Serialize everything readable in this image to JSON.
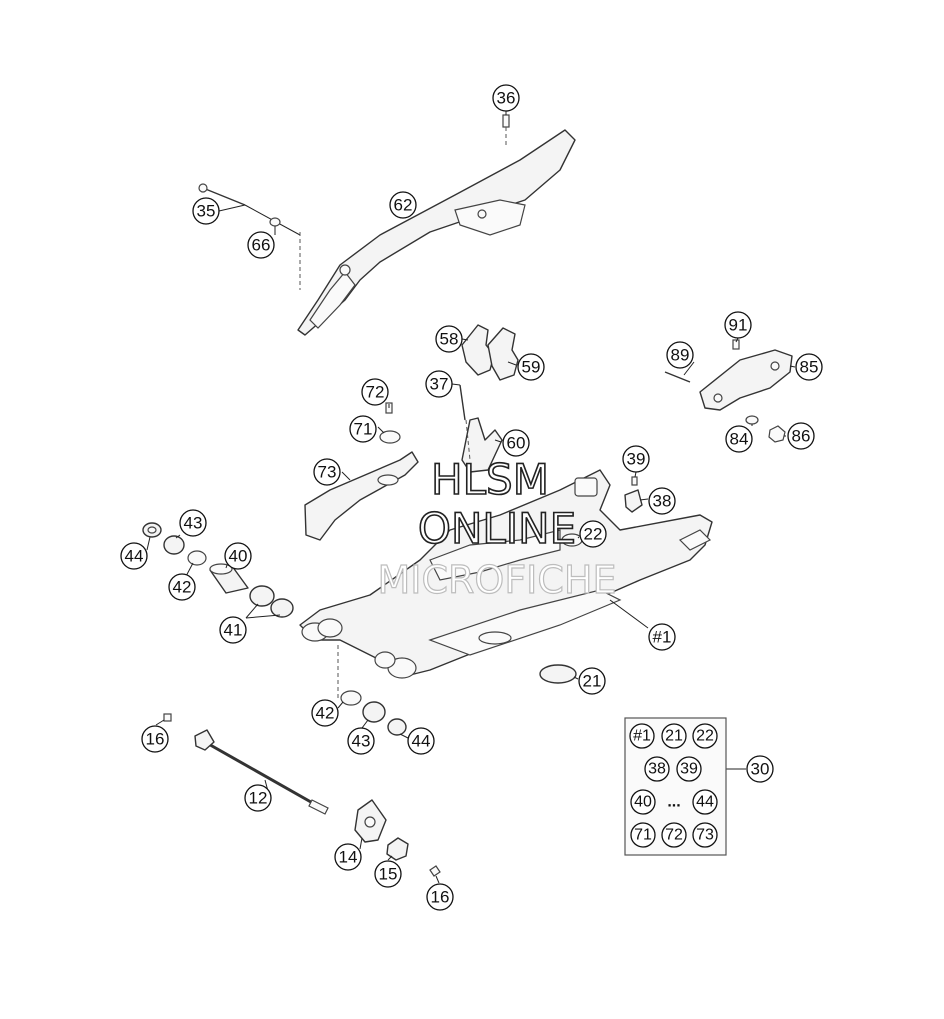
{
  "watermark": {
    "line1": "HLSM",
    "line2": "ONLINE",
    "line3": "MICROFICHE"
  },
  "callouts": [
    {
      "id": "c36",
      "label": "36"
    },
    {
      "id": "c35",
      "label": "35"
    },
    {
      "id": "c62",
      "label": "62"
    },
    {
      "id": "c66",
      "label": "66"
    },
    {
      "id": "c58",
      "label": "58"
    },
    {
      "id": "c59",
      "label": "59"
    },
    {
      "id": "c91",
      "label": "91"
    },
    {
      "id": "c89",
      "label": "89"
    },
    {
      "id": "c85",
      "label": "85"
    },
    {
      "id": "c72",
      "label": "72"
    },
    {
      "id": "c37",
      "label": "37"
    },
    {
      "id": "c71",
      "label": "71"
    },
    {
      "id": "c60",
      "label": "60"
    },
    {
      "id": "c84",
      "label": "84"
    },
    {
      "id": "c86",
      "label": "86"
    },
    {
      "id": "c73",
      "label": "73"
    },
    {
      "id": "c39",
      "label": "39"
    },
    {
      "id": "c38",
      "label": "38"
    },
    {
      "id": "c43a",
      "label": "43"
    },
    {
      "id": "c44a",
      "label": "44"
    },
    {
      "id": "c22",
      "label": "22"
    },
    {
      "id": "c40",
      "label": "40"
    },
    {
      "id": "c42a",
      "label": "42"
    },
    {
      "id": "c41",
      "label": "41"
    },
    {
      "id": "c1",
      "label": "#1"
    },
    {
      "id": "c21",
      "label": "21"
    },
    {
      "id": "c42b",
      "label": "42"
    },
    {
      "id": "c43b",
      "label": "43"
    },
    {
      "id": "c44b",
      "label": "44"
    },
    {
      "id": "c16a",
      "label": "16"
    },
    {
      "id": "c12",
      "label": "12"
    },
    {
      "id": "c14",
      "label": "14"
    },
    {
      "id": "c15",
      "label": "15"
    },
    {
      "id": "c16b",
      "label": "16"
    },
    {
      "id": "c30",
      "label": "30"
    }
  ],
  "kit": {
    "rows": [
      [
        "#1",
        "21",
        "22"
      ],
      [
        "38",
        "39"
      ],
      [
        "40",
        "...",
        "44"
      ],
      [
        "71",
        "72",
        "73"
      ]
    ]
  }
}
